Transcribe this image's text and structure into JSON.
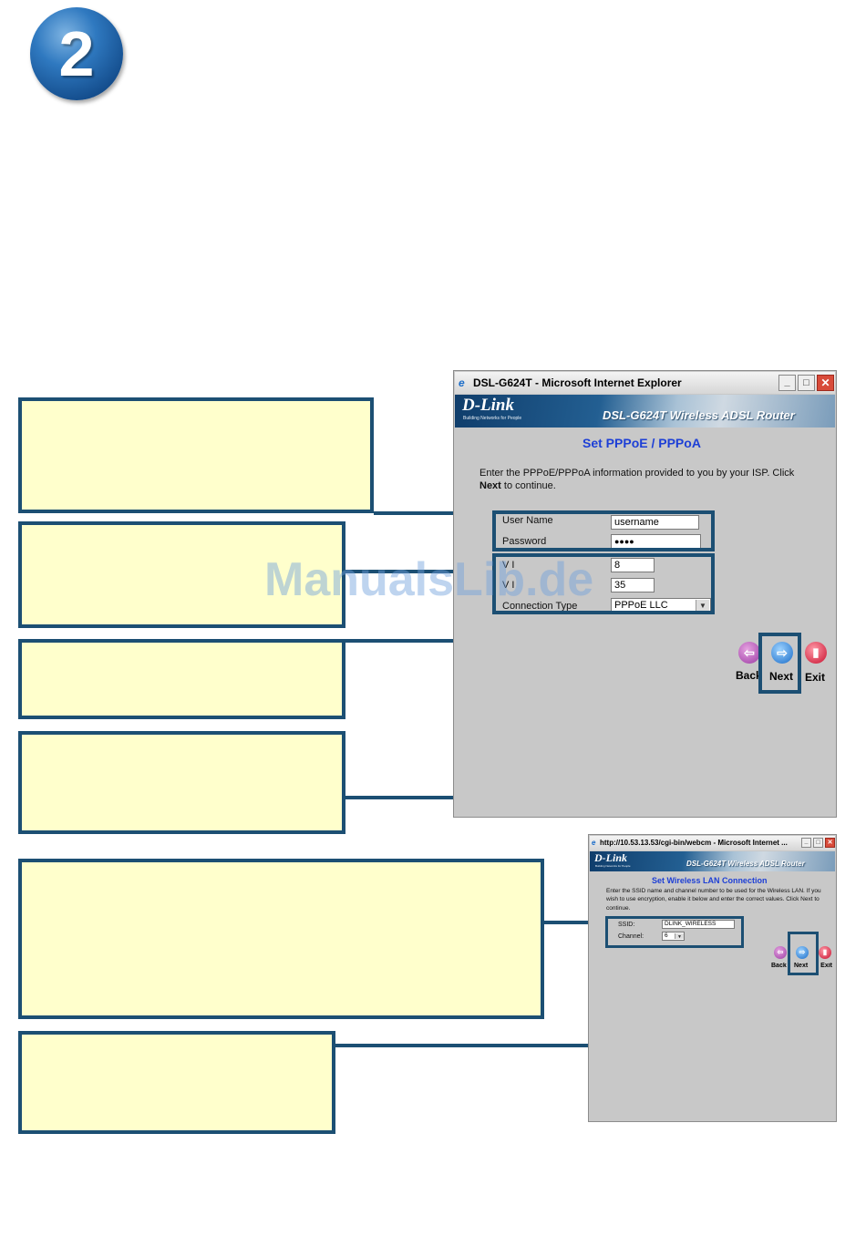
{
  "step": {
    "number": "2"
  },
  "window1": {
    "title": "DSL-G624T - Microsoft Internet Explorer",
    "logo": "D-Link",
    "tagline": "Building Networks for People",
    "product": "DSL-G624T Wireless ADSL Router",
    "heading": "Set PPPoE / PPPoA",
    "instruction_part1": "Enter the PPPoE/PPPoA information provided to you by your ISP. Click ",
    "instruction_bold": "Next",
    "instruction_part2": " to continue.",
    "fields": {
      "username_label": "User Name",
      "username_value": "username",
      "password_label": "Password",
      "password_value": "●●●●",
      "vpi_label": "V I",
      "vpi_value": "8",
      "vci_label": "V I",
      "vci_value": "35",
      "conn_type_label": "Connection Type",
      "conn_type_value": "PPPoE LLC"
    },
    "nav": {
      "back": "Back",
      "next": "Next",
      "exit": "Exit"
    }
  },
  "window2": {
    "title": "http://10.53.13.53/cgi-bin/webcm - Microsoft Internet ...",
    "logo": "D-Link",
    "tagline": "Building Networks for People",
    "product": "DSL-G624T Wireless ADSL Router",
    "heading": "Set Wireless LAN Connection",
    "instruction": "Enter the SSID name and channel number to be used for the Wireless LAN. If you wish to use encryption, enable it below and enter the correct values. Click Next to continue.",
    "fields": {
      "ssid_label": "SSID:",
      "ssid_value": "DLINK_WIRELESS",
      "channel_label": "Channel:",
      "channel_value": "6"
    },
    "nav": {
      "back": "Back",
      "next": "Next",
      "exit": "Exit"
    }
  },
  "watermark": "ManualsLib.de",
  "colors": {
    "callout_fill": "#ffffcc",
    "callout_border": "#1c4f73",
    "heading_blue": "#1d3fd6"
  }
}
